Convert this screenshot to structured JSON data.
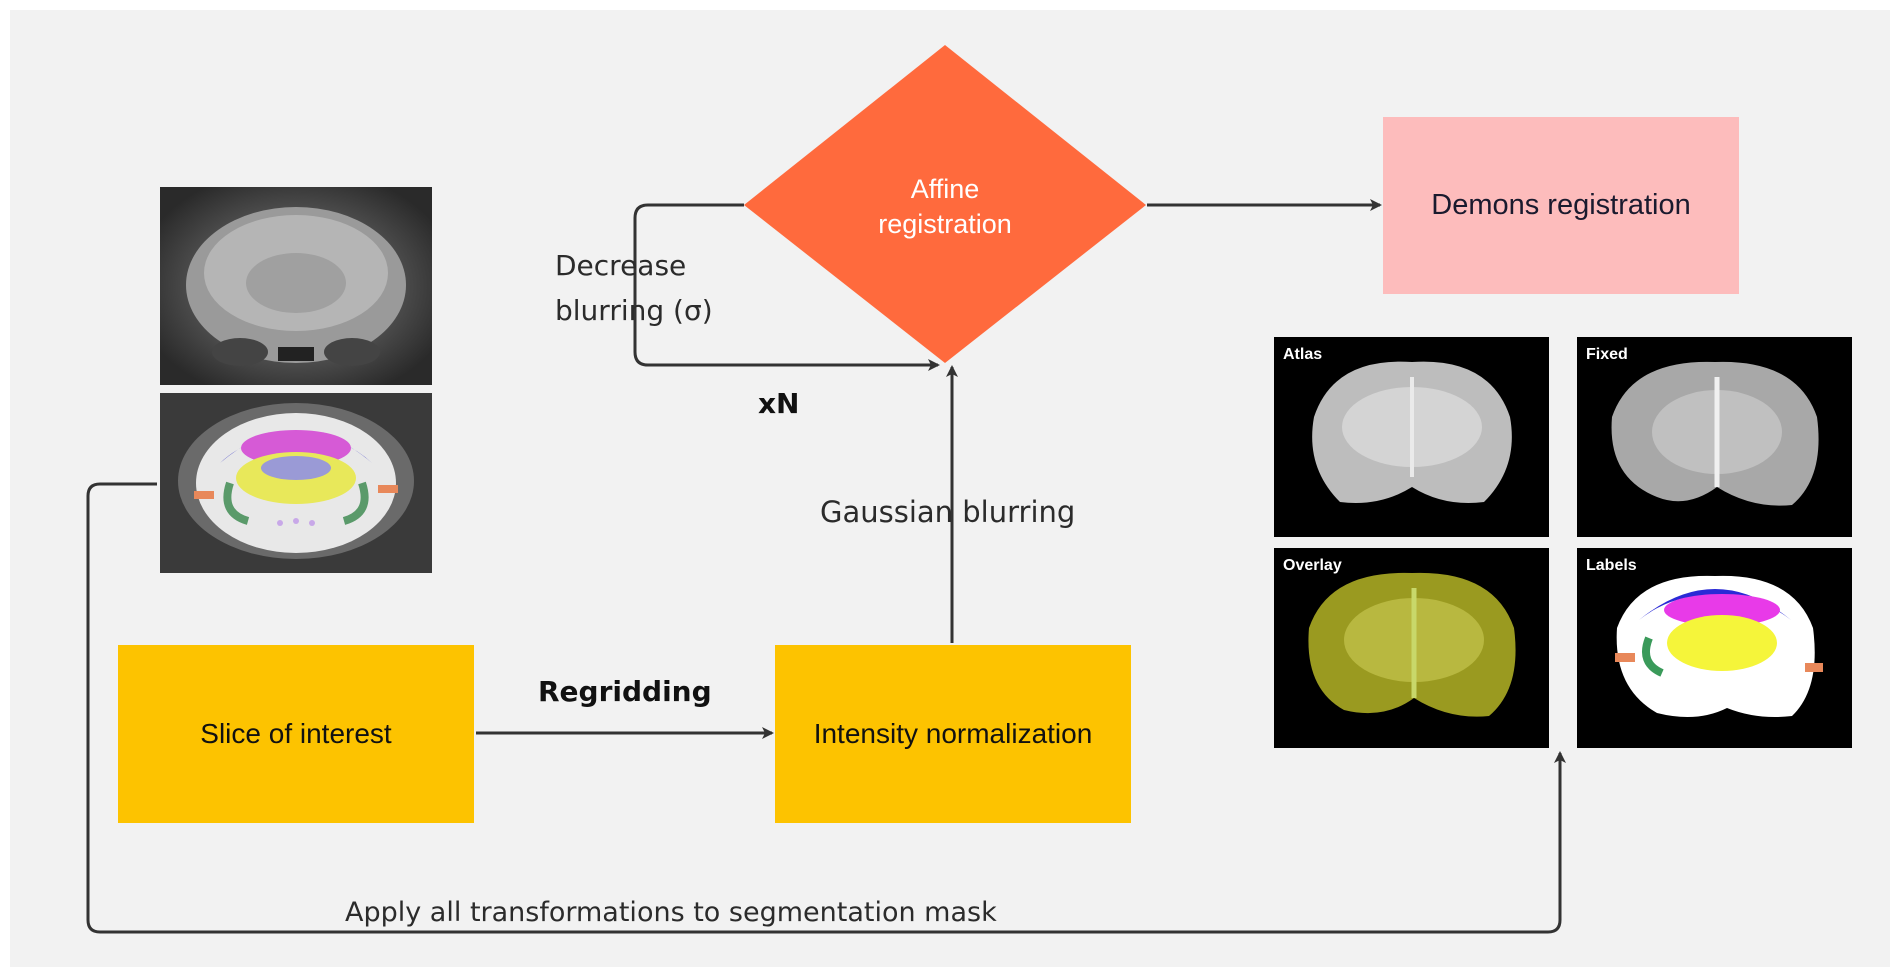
{
  "nodes": {
    "slice_of_interest": "Slice of interest",
    "intensity_normalization": "Intensity normalization",
    "affine_registration_line1": "Affine",
    "affine_registration_line2": "registration",
    "demons_registration": "Demons registration"
  },
  "edges": {
    "regridding": "Regridding",
    "gaussian_blurring": "Gaussian blurring",
    "decrease_blurring_line1": "Decrease",
    "decrease_blurring_line2": "blurring (σ)",
    "repeat": "xN",
    "apply_transformations": "Apply all transformations to segmentation mask"
  },
  "result_panels": {
    "atlas": "Atlas",
    "fixed": "Fixed",
    "overlay": "Overlay",
    "labels": "Labels"
  },
  "colors": {
    "background": "#f2f2f2",
    "process_box": "#fdc300",
    "affine_diamond": "#ff6a3d",
    "demons_box": "#fdbcbc",
    "arrow": "#333333"
  }
}
